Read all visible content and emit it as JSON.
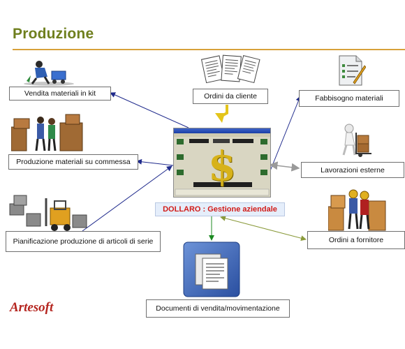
{
  "title": "Produzione",
  "brand": "Artesoft",
  "center": {
    "caption": "DOLLARO : Gestione aziendale",
    "symbol": "$"
  },
  "nodes": {
    "vendita": "Vendita materiali in kit",
    "ordini_cliente": "Ordini da cliente",
    "fabbisogno": "Fabbisogno materiali",
    "produzione_commessa": "Produzione materiali su commessa",
    "lavorazioni": "Lavorazioni esterne",
    "pianificazione": "Pianificazione produzione di articoli di serie",
    "ordini_fornitore": "Ordini a fornitore",
    "documenti": "Documenti di vendita/movimentazione"
  },
  "colors": {
    "title": "#6f7f1e",
    "rule": "#d7a13a",
    "brand": "#b52620",
    "caption": "#d21b17"
  }
}
